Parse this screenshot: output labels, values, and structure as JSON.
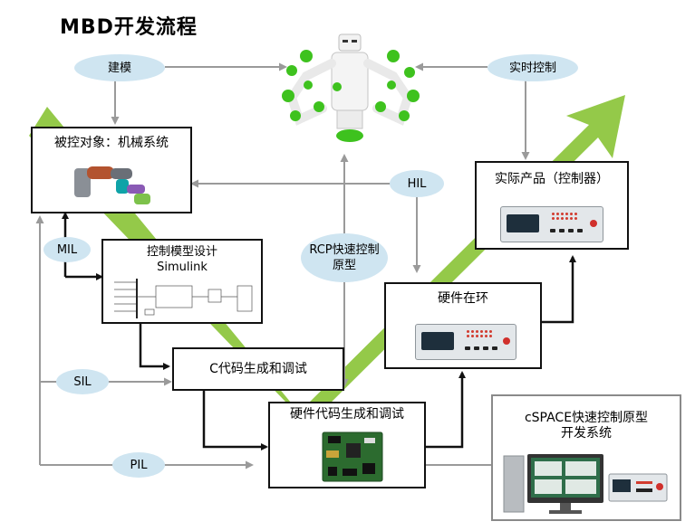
{
  "title": "MBD开发流程",
  "ellipses": {
    "modeling": "建模",
    "realtime_control": "实时控制",
    "hil": "HIL",
    "mil": "MIL",
    "sil": "SIL",
    "pil": "PIL",
    "rcp": "RCP快速控制原型"
  },
  "boxes": {
    "plant": "被控对象：机械系统",
    "control_model": "控制模型设计 Simulink",
    "c_code": "C代码生成和调试",
    "hw_code": "硬件代码生成和调试",
    "hil_box": "硬件在环",
    "product": "实际产品（控制器）",
    "cspace": "cSPACE快速控制原型开发系统"
  },
  "colors": {
    "green_arrow": "#8ec63f",
    "ellipse_fill": "#cfe5f1",
    "gray_arrow": "#9a9a9a",
    "robot_green": "#3ec21e"
  }
}
